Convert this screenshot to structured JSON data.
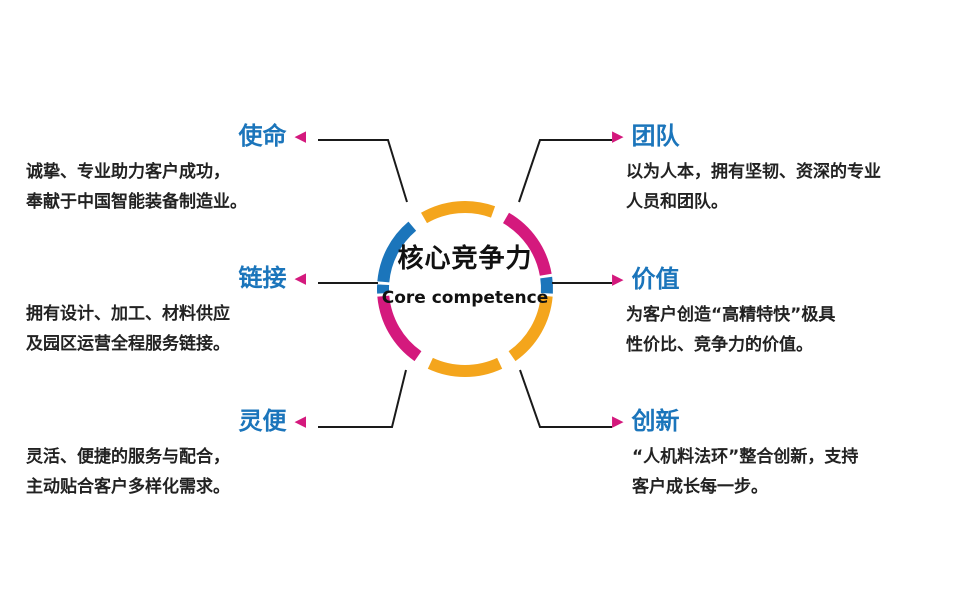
{
  "colors": {
    "blue": "#1b75bb",
    "magenta": "#d4197d",
    "orange": "#f4a51c",
    "line": "#1a1a1a"
  },
  "center": {
    "title_cn": "核心竞争力",
    "title_en": "Core competence"
  },
  "left": [
    {
      "title": "使命",
      "lines": [
        "诚挚、专业助力客户成功，",
        "奉献于中国智能装备制造业。"
      ]
    },
    {
      "title": "链接",
      "lines": [
        "拥有设计、加工、材料供应",
        "及园区运营全程服务链接。"
      ]
    },
    {
      "title": "灵便",
      "lines": [
        "灵活、便捷的服务与配合，",
        "主动贴合客户多样化需求。"
      ]
    }
  ],
  "right": [
    {
      "title": "团队",
      "lines": [
        "以为人本，拥有坚韧、资深的专业",
        "人员和团队。"
      ]
    },
    {
      "title": "价值",
      "lines": [
        "为客户创造“高精特快”极具",
        "性价比、竞争力的价值。"
      ]
    },
    {
      "title": "创新",
      "lines": [
        "“人机料法环”整合创新，支持",
        "客户成长每一步。"
      ]
    }
  ]
}
